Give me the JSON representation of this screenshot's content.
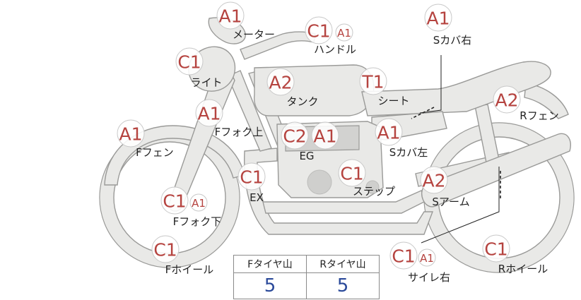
{
  "parts": [
    {
      "key": "meter",
      "label": "メーター",
      "grades": [
        "A1"
      ]
    },
    {
      "key": "handle",
      "label": "ハンドル",
      "grades": [
        "C1",
        "A1"
      ]
    },
    {
      "key": "side_cover_right",
      "label": "Sカバ右",
      "grades": [
        "A1"
      ]
    },
    {
      "key": "light",
      "label": "ライト",
      "grades": [
        "C1"
      ]
    },
    {
      "key": "tank",
      "label": "タンク",
      "grades": [
        "A2"
      ]
    },
    {
      "key": "seat",
      "label": "シート",
      "grades": [
        "T1"
      ]
    },
    {
      "key": "rear_fender",
      "label": "Rフェン",
      "grades": [
        "A2"
      ]
    },
    {
      "key": "front_fork_upper",
      "label": "Fフォク上",
      "grades": [
        "A1"
      ]
    },
    {
      "key": "front_fender",
      "label": "Fフェン",
      "grades": [
        "A1"
      ]
    },
    {
      "key": "engine",
      "label": "EG",
      "grades": [
        "C2",
        "A1"
      ]
    },
    {
      "key": "side_cover_left",
      "label": "Sカバ左",
      "grades": [
        "A1"
      ]
    },
    {
      "key": "exhaust",
      "label": "EX",
      "grades": [
        "C1"
      ]
    },
    {
      "key": "step",
      "label": "ステップ",
      "grades": [
        "C1"
      ]
    },
    {
      "key": "swing_arm",
      "label": "Sアーム",
      "grades": [
        "A2"
      ]
    },
    {
      "key": "front_fork_lower",
      "label": "Fフォク下",
      "grades": [
        "C1",
        "A1"
      ]
    },
    {
      "key": "front_wheel",
      "label": "Fホイール",
      "grades": [
        "C1"
      ]
    },
    {
      "key": "muffler_right",
      "label": "サイレ右",
      "grades": [
        "C1",
        "A1"
      ]
    },
    {
      "key": "rear_wheel",
      "label": "Rホイール",
      "grades": [
        "C1"
      ]
    }
  ],
  "tread_table": {
    "headers": [
      "Fタイヤ山",
      "Rタイヤ山"
    ],
    "values": [
      "5",
      "5"
    ]
  },
  "colors": {
    "grade_text": "#b5433f",
    "tread_value": "#2b4a9a",
    "part_fill": "#e9e9e7",
    "part_outline": "#9a9a98"
  }
}
